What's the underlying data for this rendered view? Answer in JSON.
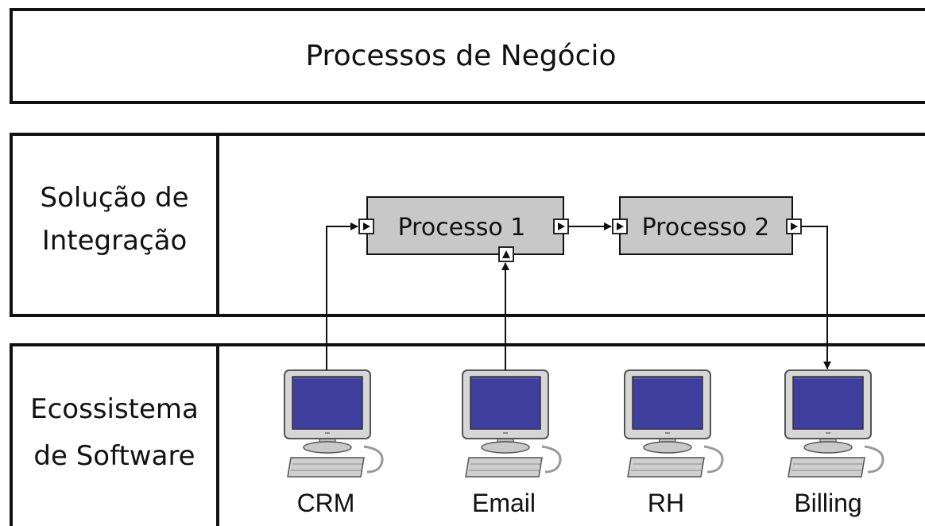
{
  "header": {
    "title": "Processos de Negócio"
  },
  "integration_layer": {
    "label_line1": "Solução de",
    "label_line2": "Integração",
    "processes": [
      {
        "label": "Processo 1"
      },
      {
        "label": "Processo 2"
      }
    ]
  },
  "software_layer": {
    "label_line1": "Ecossistema",
    "label_line2": "de Software",
    "systems": [
      {
        "label": "CRM",
        "icon": "computer-icon"
      },
      {
        "label": "Email",
        "icon": "computer-icon"
      },
      {
        "label": "RH",
        "icon": "computer-icon"
      },
      {
        "label": "Billing",
        "icon": "computer-icon"
      }
    ]
  },
  "colors": {
    "border": "#111111",
    "process_fill": "#c8c8c8",
    "screen": "#3f3f9e",
    "monitor_body": "#d4d4d4"
  }
}
